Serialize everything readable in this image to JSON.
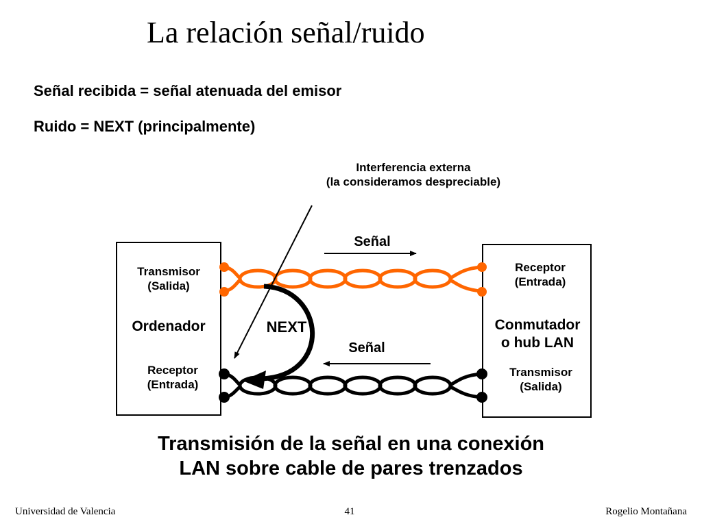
{
  "title": "La relación señal/ruido",
  "bullets": [
    "Señal recibida = señal atenuada del emisor",
    "Ruido = NEXT (principalmente)"
  ],
  "diagram": {
    "interference_line1": "Interferencia externa",
    "interference_line2": "(la consideramos despreciable)",
    "signal_top": "Señal",
    "signal_bottom": "Señal",
    "next_label": "NEXT",
    "left_box": {
      "transmitter_line1": "Transmisor",
      "transmitter_line2": "(Salida)",
      "name": "Ordenador",
      "receiver_line1": "Receptor",
      "receiver_line2": "(Entrada)"
    },
    "right_box": {
      "receiver_line1": "Receptor",
      "receiver_line2": "(Entrada)",
      "name_line1": "Conmutador",
      "name_line2": "o hub LAN",
      "transmitter_line1": "Transmisor",
      "transmitter_line2": "(Salida)"
    },
    "colors": {
      "tx_pair": "#ff6600",
      "rx_pair": "#000000"
    }
  },
  "caption_line1": "Transmisión de la señal en una conexión",
  "caption_line2": "LAN sobre cable de pares trenzados",
  "footer": {
    "left": "Universidad de Valencia",
    "center": "41",
    "right": "Rogelio Montañana"
  }
}
